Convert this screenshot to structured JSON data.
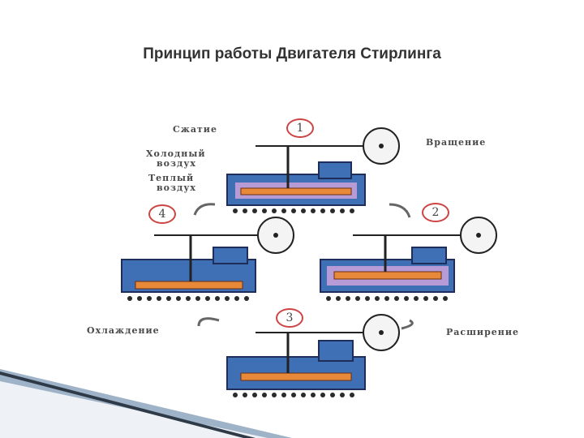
{
  "title": "Принцип работы Двигателя Стирлинга",
  "labels": {
    "compression": "Сжатие",
    "cold_air_1": "Холодный",
    "cold_air_2": "воздух",
    "warm_air_1": "Теплый",
    "warm_air_2": "воздух",
    "rotation": "Вращение",
    "cooling": "Охлаждение",
    "expansion": "Расширение"
  },
  "steps": [
    "1",
    "2",
    "3",
    "4"
  ],
  "colors": {
    "title": "#333333",
    "frame": "#1f2d5a",
    "cold_body": "#3f6fb5",
    "warm_body": "#b69bd6",
    "heater": "#e8893a",
    "flame": "#2a2a2a",
    "marker": "#cc4444"
  }
}
